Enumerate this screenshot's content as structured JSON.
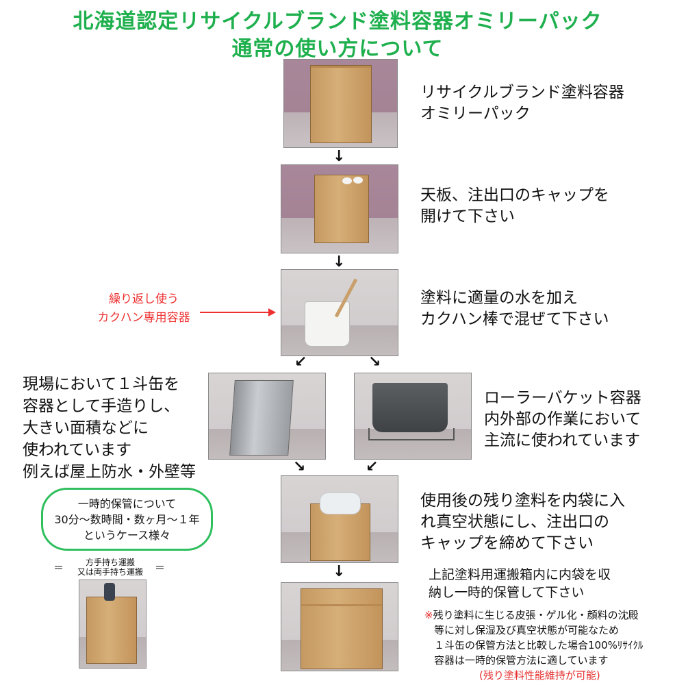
{
  "title": {
    "line1": "北海道認定リサイクルブランド塗料容器オミリーパック",
    "line2": "通常の使い方について"
  },
  "steps": [
    {
      "line1": "リサイクルブランド塗料容器",
      "line2": "オミリーパック"
    },
    {
      "line1": "天板、注出口のキャップを",
      "line2": "開けて下さい"
    },
    {
      "line1": "塗料に適量の水を加え",
      "line2": "カクハン棒で混ぜて下さい"
    },
    {
      "line1": "使用後の残り塗料を内袋に入",
      "line2": "れ真空状態にし、注出口の",
      "line3": "キャップを締めて下さい"
    },
    {
      "line1": "上記塗料用運搬箱内に内袋を収",
      "line2": "納し一時的保管して下さい"
    }
  ],
  "bucket_label": {
    "line1": "繰り返し使う",
    "line2": "カクハン専用容器"
  },
  "left_note": {
    "lines": [
      "現場において１斗缶を",
      "容器として手造りし、",
      "大きい面積などに",
      "使われています",
      "例えば屋上防水・外壁等"
    ]
  },
  "right_note": {
    "lines": [
      "ローラーバケット容器",
      "内外部の作業において",
      "主流に使われています"
    ]
  },
  "storage_bubble": {
    "lines": [
      "一時的保管について",
      "30分〜数時間・数ヶ月〜１年",
      "というケース様々"
    ]
  },
  "carry": {
    "line1": "方手持ち運搬",
    "line2": "又は両手持ち運搬",
    "eq": "＝"
  },
  "footnote": {
    "lines": [
      "※残り塗料に生じる皮張・ゲル化・顔料の沈殿",
      "等に対し保湿及び真空状態が可能なため",
      "１斗缶の保管方法と比較した場合100%ﾘｻｲｸﾙ",
      "容器は一時的保管方法に適しています"
    ],
    "highlight": "(残り塗料性能維持が可能)"
  },
  "arrows": {
    "down": "↓",
    "down_left": "↙",
    "down_right": "↘"
  },
  "colors": {
    "title": "#1fb04e",
    "accent_red": "#ee3030",
    "bubble_border": "#2fbf5d"
  }
}
